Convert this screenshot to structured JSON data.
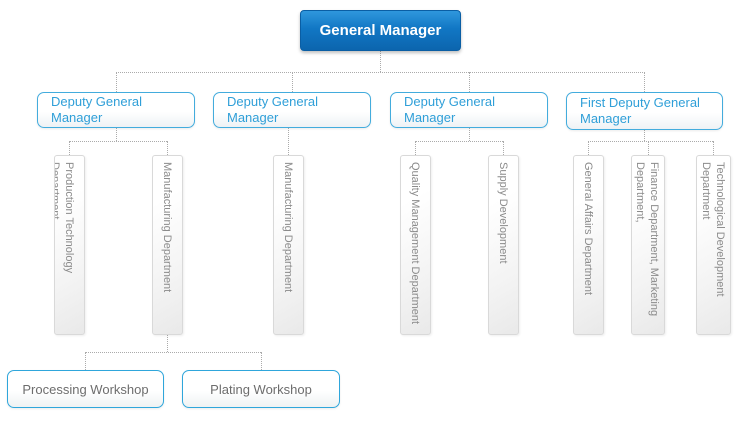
{
  "org": {
    "root": {
      "label": "General Manager"
    },
    "deputies": [
      {
        "label": "Deputy General Manager",
        "departments": [
          "Production Technology Department",
          "Manufacturing Department"
        ]
      },
      {
        "label": "Deputy General Manager",
        "departments": [
          "Manufacturing Department"
        ]
      },
      {
        "label": "Deputy General Manager",
        "departments": [
          "Quality Management Department",
          "Supply Development"
        ]
      },
      {
        "label": "First Deputy General Manager",
        "departments": [
          "General Affairs Department",
          "Finance Department, Marketing Department,",
          "Technological Development Department"
        ]
      }
    ],
    "workshops": {
      "parent": "Manufacturing Department",
      "items": [
        {
          "label": "Processing Workshop"
        },
        {
          "label": "Plating Workshop"
        }
      ]
    },
    "colors": {
      "root_fill": "#1177c4",
      "accent_border": "#43acdd",
      "accent_text": "#2f9fd8",
      "dept_text": "#8b8b8b",
      "workshop_text": "#6d6d6d",
      "connector": "#ababab"
    }
  }
}
